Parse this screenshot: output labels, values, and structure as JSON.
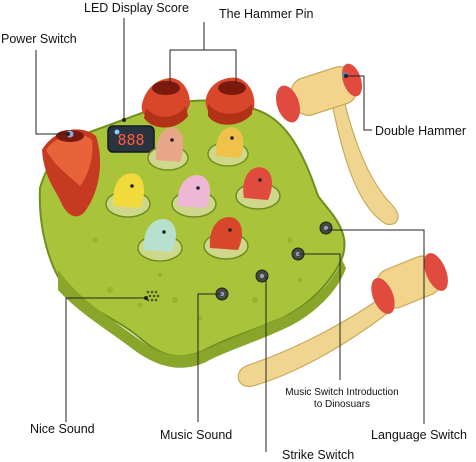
{
  "labels": {
    "led_display_score": "LED Display Score",
    "hammer_pin": "The Hammer Pin",
    "power_switch": "Power Switch",
    "double_hammer": "Double Hammer",
    "nice_sound": "Nice Sound",
    "music_sound": "Music Sound",
    "language_switch": "Language Switch",
    "strike_switch": "Strike Switch",
    "music_switch_intro_line1": "Music Switch Introduction",
    "music_switch_intro_line2": "to Dinosuars"
  },
  "led_readout": "888",
  "colors": {
    "board_green": "#a9c43a",
    "board_dark": "#6f8f1e",
    "volcano_red": "#d9472b",
    "hammer_handle": "#f0d590",
    "hammer_cap": "#e04a3f",
    "line": "#222222"
  }
}
